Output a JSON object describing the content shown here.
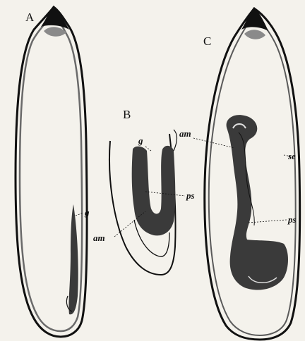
{
  "figure": {
    "panels": [
      {
        "letter": "A"
      },
      {
        "letter": "B"
      },
      {
        "letter": "C"
      }
    ],
    "annotations": {
      "A_g": "g",
      "B_g": "g",
      "B_am": "am",
      "B_ps": "ps",
      "C_am": "am",
      "C_se": "se",
      "C_ps": "ps"
    },
    "colors": {
      "background": "#f4f2ec",
      "ink": "#111111",
      "tissue_dark": "#3a3a3a",
      "tissue_mid": "#8a8a8a"
    }
  }
}
